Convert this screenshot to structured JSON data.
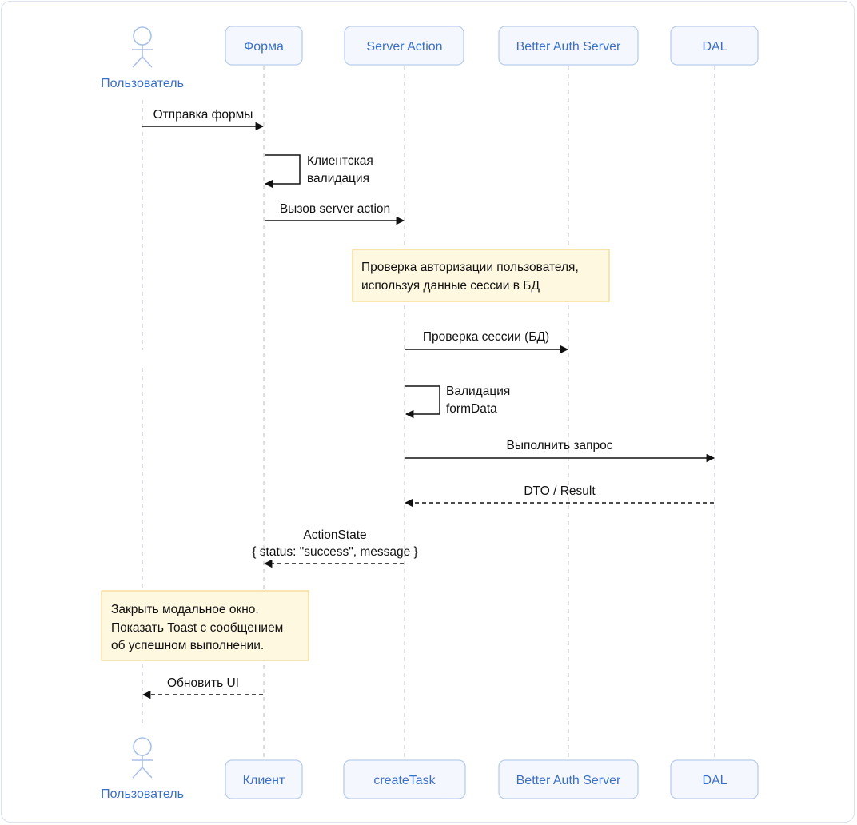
{
  "participants_top": {
    "user": "Пользователь",
    "form": "Форма",
    "server_action": "Server Action",
    "auth": "Better Auth Server",
    "dal": "DAL"
  },
  "participants_bottom": {
    "user": "Пользователь",
    "client": "Клиент",
    "create_task": "createTask",
    "auth": "Better Auth Server",
    "dal": "DAL"
  },
  "messages": {
    "submit_form": "Отправка формы",
    "client_validation_1": "Клиентская",
    "client_validation_2": "валидация",
    "call_action": "Вызов server action",
    "check_session": "Проверка сессии (БД)",
    "validate_1": "Валидация",
    "validate_2": "formData",
    "run_query": "Выполнить запрос",
    "dto_result": "DTO / Result",
    "action_state_1": "ActionState",
    "action_state_2": "{ status: \"success\", message }",
    "update_ui": "Обновить UI"
  },
  "notes": {
    "auth_note_1": "Проверка авторизации пользователя,",
    "auth_note_2": "используя данные сессии в БД",
    "close_note_1": "Закрыть модальное окно.",
    "close_note_2": "Показать Toast с сообщением",
    "close_note_3": "об успешном выполнении."
  },
  "colors": {
    "participant_fill": "#f4f8fe",
    "participant_stroke": "#b8cdee",
    "participant_text": "#3b6fc4",
    "note_fill": "#fff8e1",
    "note_stroke": "#f3d98c"
  }
}
